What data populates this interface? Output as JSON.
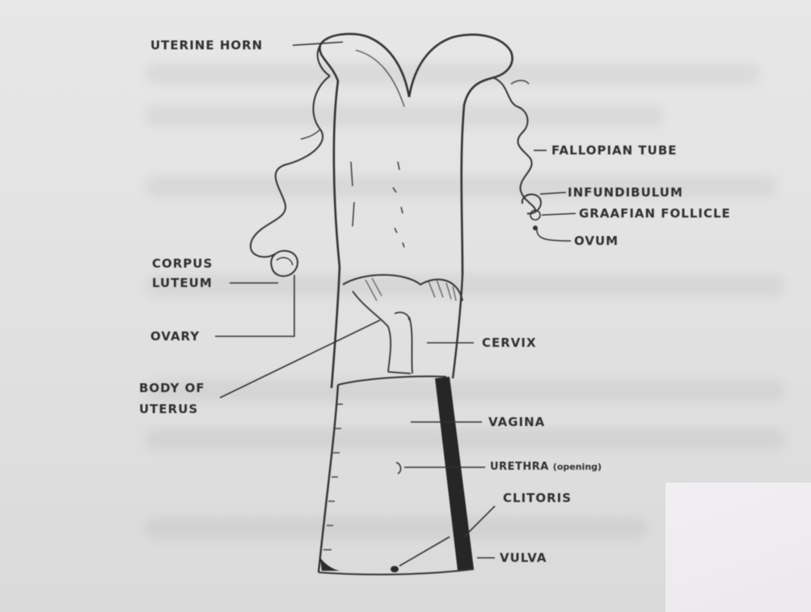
{
  "labels": {
    "uterine_horn": "UTERINE HORN",
    "fallopian_tube": "FALLOPIAN TUBE",
    "infundibulum": "INFUNDIBULUM",
    "graafian_follicle": "GRAAFIAN FOLLICLE",
    "ovum": "OVUM",
    "corpus_luteum_line1": "CORPUS",
    "corpus_luteum_line2": "LUTEUM",
    "ovary": "OVARY",
    "cervix": "CERVIX",
    "body_of_uterus_line1": "BODY OF",
    "body_of_uterus_line2": "UTERUS",
    "vagina": "VAGINA",
    "urethra": "URETHRA",
    "urethra_note": "(opening)",
    "clitoris": "CLITORIS",
    "vulva": "VULVA"
  },
  "colors": {
    "ink": "#2f2f2f",
    "paper": "#e4e4e4"
  }
}
